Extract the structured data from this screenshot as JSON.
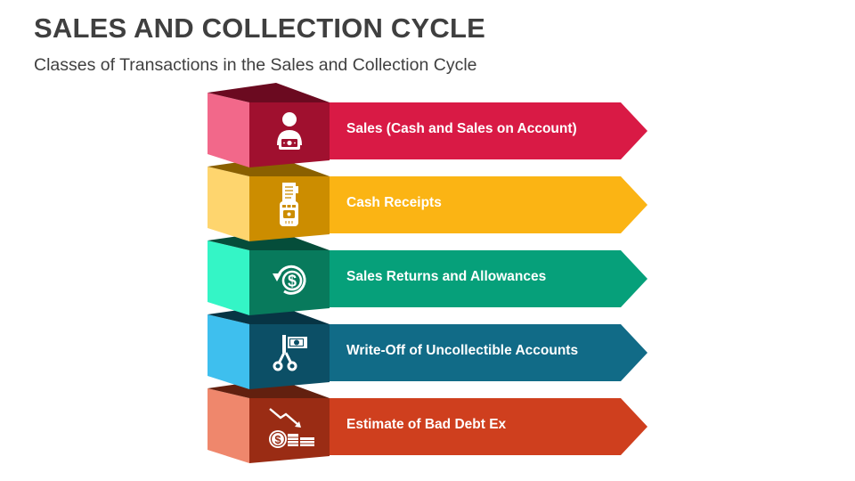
{
  "header": {
    "title": "SALES AND COLLECTION CYCLE",
    "subtitle": "Classes of Transactions in the Sales and Collection Cycle"
  },
  "items": [
    {
      "label": "Sales (Cash and Sales on Account)",
      "icon": "salesperson-cash-icon",
      "colors": {
        "arrow": "#d91a45",
        "front": "#a0102f",
        "top": "#6b0a20",
        "side": "#f2688a"
      }
    },
    {
      "label": "Cash Receipts",
      "icon": "receipt-terminal-icon",
      "colors": {
        "arrow": "#fbb414",
        "front": "#cc8d00",
        "top": "#8a6000",
        "side": "#fed56e"
      }
    },
    {
      "label": "Sales Returns and Allowances",
      "icon": "dollar-refund-icon",
      "colors": {
        "arrow": "#06a07a",
        "front": "#087a5c",
        "top": "#054d3a",
        "side": "#34f5c6"
      }
    },
    {
      "label": "Write-Off of Uncollectible Accounts",
      "icon": "scissors-cut-money-icon",
      "colors": {
        "arrow": "#116b87",
        "front": "#0c4f66",
        "top": "#073444",
        "side": "#3ebfee"
      }
    },
    {
      "label": "Estimate of Bad Debt Ex",
      "icon": "declining-coins-icon",
      "colors": {
        "arrow": "#cf3f1e",
        "front": "#9a2c14",
        "top": "#62200f",
        "side": "#ef876c"
      }
    }
  ]
}
